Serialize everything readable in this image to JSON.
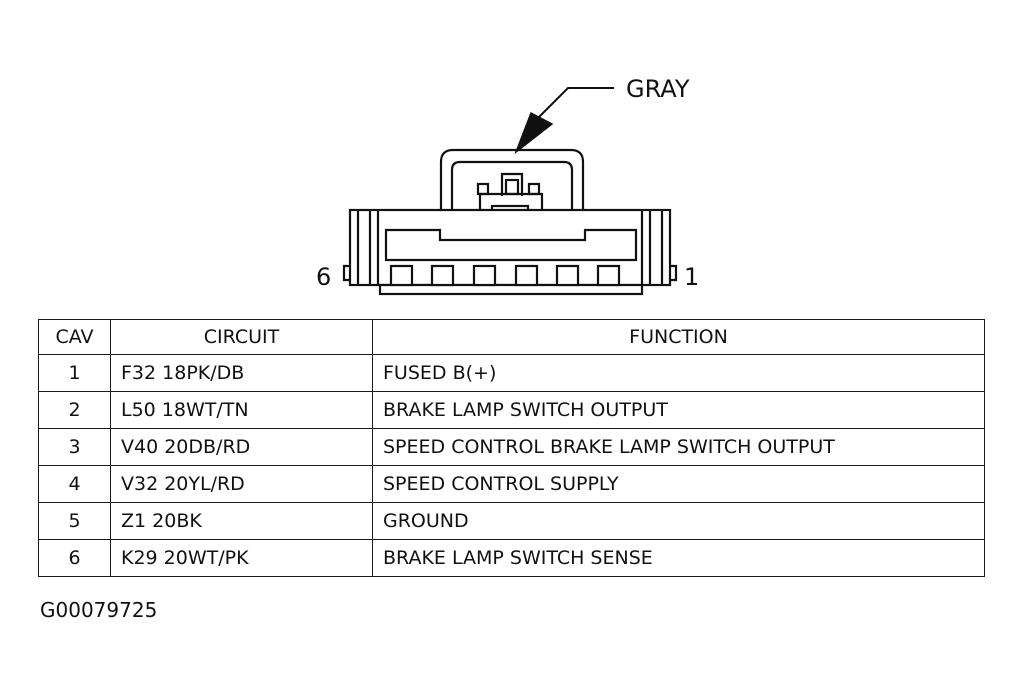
{
  "connector": {
    "color_label": "GRAY",
    "left_cavity_label": "6",
    "right_cavity_label": "1"
  },
  "table": {
    "headers": {
      "cav": "CAV",
      "circuit": "CIRCUIT",
      "function": "FUNCTION"
    },
    "rows": [
      {
        "cav": "1",
        "circuit": "F32 18PK/DB",
        "function": "FUSED B(+)"
      },
      {
        "cav": "2",
        "circuit": "L50 18WT/TN",
        "function": "BRAKE LAMP SWITCH OUTPUT"
      },
      {
        "cav": "3",
        "circuit": "V40 20DB/RD",
        "function": "SPEED CONTROL BRAKE LAMP SWITCH OUTPUT"
      },
      {
        "cav": "4",
        "circuit": "V32 20YL/RD",
        "function": "SPEED CONTROL SUPPLY"
      },
      {
        "cav": "5",
        "circuit": "Z1 20BK",
        "function": "GROUND"
      },
      {
        "cav": "6",
        "circuit": "K29 20WT/PK",
        "function": "BRAKE LAMP SWITCH SENSE"
      }
    ]
  },
  "figure_id": "G00079725"
}
